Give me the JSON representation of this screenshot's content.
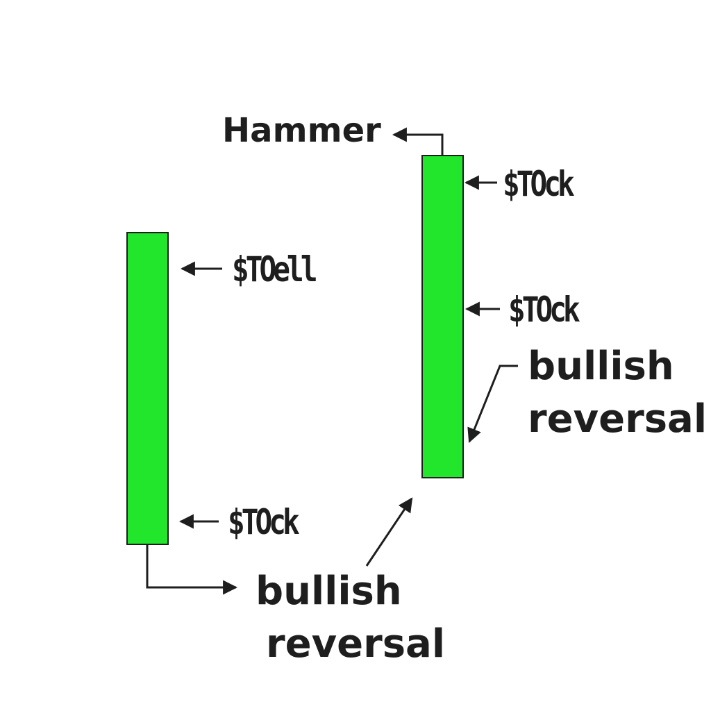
{
  "colors": {
    "candle_fill": "#22e62c",
    "ink": "#1e1e1e",
    "background": "#ffffff"
  },
  "labels": {
    "hammer": "Hammer",
    "left_top_ticker": "$TOell",
    "left_bottom_ticker": "$TOck",
    "right_top_ticker": "$TOck",
    "right_middle_ticker": "$TOck",
    "right_annotation": {
      "line1": "bullish",
      "line2": "reversal"
    },
    "bottom_annotation": {
      "line1": "bullish",
      "line2": "reversal"
    }
  }
}
